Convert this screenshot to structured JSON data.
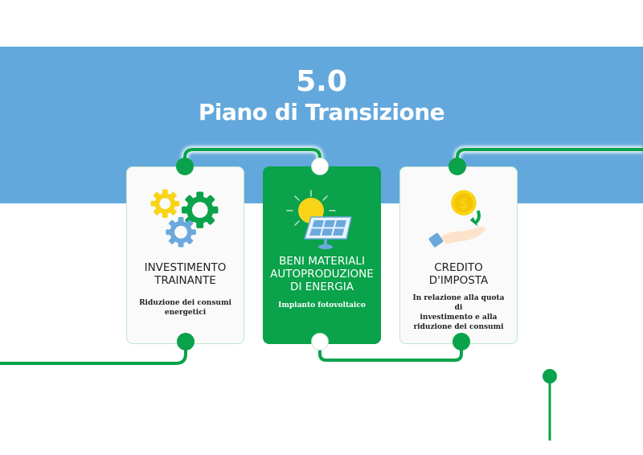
{
  "header": {
    "version": "5.0",
    "title": "Piano di Transizione"
  },
  "colors": {
    "band": "#63a8dc",
    "green": "#0aa24a",
    "yellow": "#f7d417",
    "light_blue": "#6ba9dd"
  },
  "cards": [
    {
      "icon": "gears-icon",
      "heading_line1": "INVESTIMENTO",
      "heading_line2": "TRAINANTE",
      "sub_line1": "Riduzione dei consumi",
      "sub_line2": "energetici"
    },
    {
      "icon": "solar-panel-icon",
      "heading_line1": "BENI MATERIALI",
      "heading_line2": "AUTOPRODUZIONE",
      "heading_line3": "DI ENERGIA",
      "sub_line1": "Impianto fotovoltaico"
    },
    {
      "icon": "hand-coin-icon",
      "heading_line1": "CREDITO",
      "heading_line2": "D'IMPOSTA",
      "sub_line1": "In relazione alla quota di",
      "sub_line2": "investimento e alla",
      "sub_line3": "riduzione dei consumi"
    }
  ]
}
